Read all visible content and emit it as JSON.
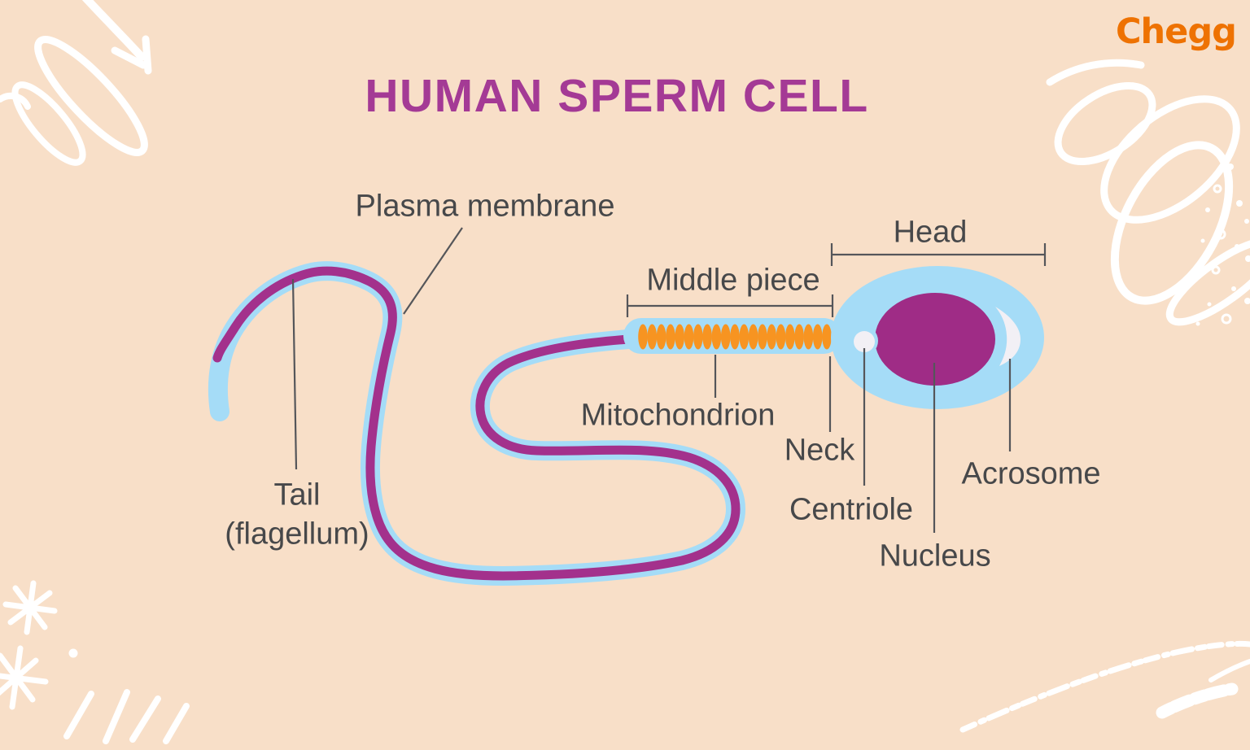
{
  "page": {
    "background": "#F8DFC8",
    "title": "HUMAN SPERM CELL",
    "title_color": "#A43A95"
  },
  "brand": {
    "logo_text": "Chegg",
    "logo_color": "#EE7202"
  },
  "diagram": {
    "labels": {
      "plasma_membrane": "Plasma membrane",
      "head": "Head",
      "middle_piece": "Middle piece",
      "mitochondrion": "Mitochondrion",
      "neck": "Neck",
      "centriole": "Centriole",
      "acrosome": "Acrosome",
      "nucleus": "Nucleus",
      "tail_line1": "Tail",
      "tail_line2": "(flagellum)"
    },
    "colors": {
      "membrane_blue": "#A5DCF7",
      "flagellum_purple": "#A3318C",
      "nucleus_purple": "#9F2C86",
      "mitochondria_orange": "#F79421",
      "label_text": "#47484A",
      "pointer_line": "#55565A",
      "decoration_white": "#FFFFFF",
      "organelle_white": "#F2F0F5"
    },
    "mitochondria_count": 21
  }
}
